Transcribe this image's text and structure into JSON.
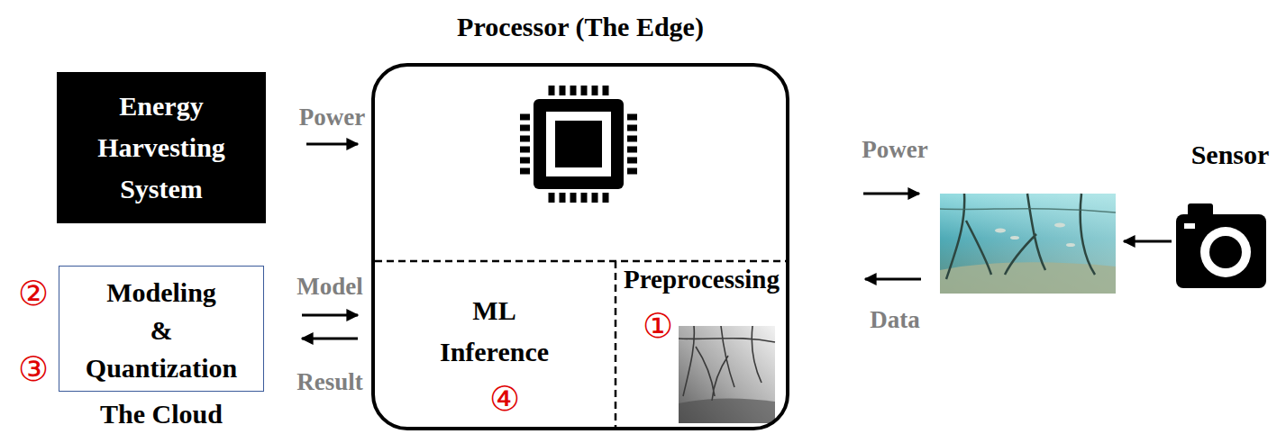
{
  "diagram": {
    "nodes": [
      {
        "text": [
          "Energy Harvesting System"
        ]
      },
      {
        "text": [
          "Processor (The Edge)"
        ]
      },
      {
        "text": [
          "ML Inference"
        ],
        "in": 1
      },
      {
        "text": [
          "Preprocessing"
        ],
        "in": 1
      },
      {
        "text": [
          "Modeling & Quantization",
          "The Cloud"
        ]
      }
    ],
    "edges": [
      {
        "from": 0,
        "to": 1,
        "label": "Power",
        "arrow": "to"
      },
      {
        "from": 4,
        "to": 2,
        "label": "Model",
        "arrow": "to"
      },
      {
        "from": 2,
        "to": 4,
        "label": "Result",
        "arrow": "to"
      }
    ],
    "labels": [
      "Power",
      "Data",
      "Sensor",
      "①",
      "②",
      "③",
      "④"
    ]
  }
}
